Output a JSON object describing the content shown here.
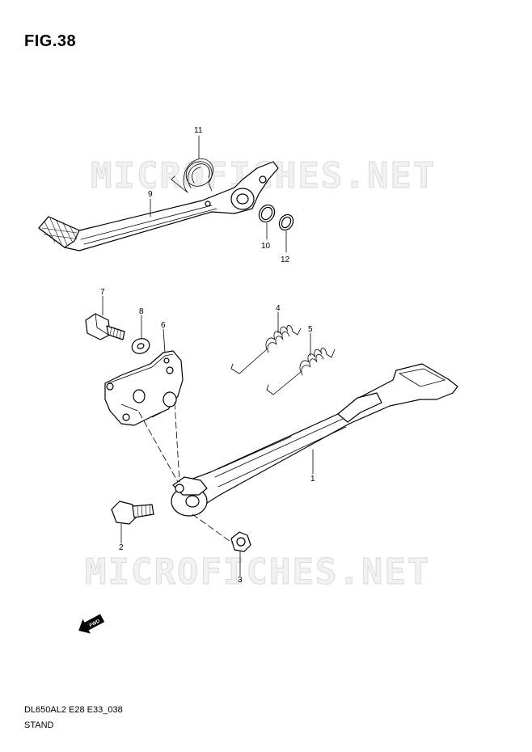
{
  "figure": {
    "title": "FIG.38",
    "model_code": "DL650AL2 E28 E33_038",
    "section_name": "STAND"
  },
  "watermark": {
    "text": "MICROFICHES.NET"
  },
  "fwd_arrow": {
    "label": "FWD"
  },
  "callouts": {
    "p1": "1",
    "p2": "2",
    "p3": "3",
    "p4": "4",
    "p5": "5",
    "p6": "6",
    "p7": "7",
    "p8": "8",
    "p9": "9",
    "p10": "10",
    "p11": "11",
    "p12": "12"
  }
}
